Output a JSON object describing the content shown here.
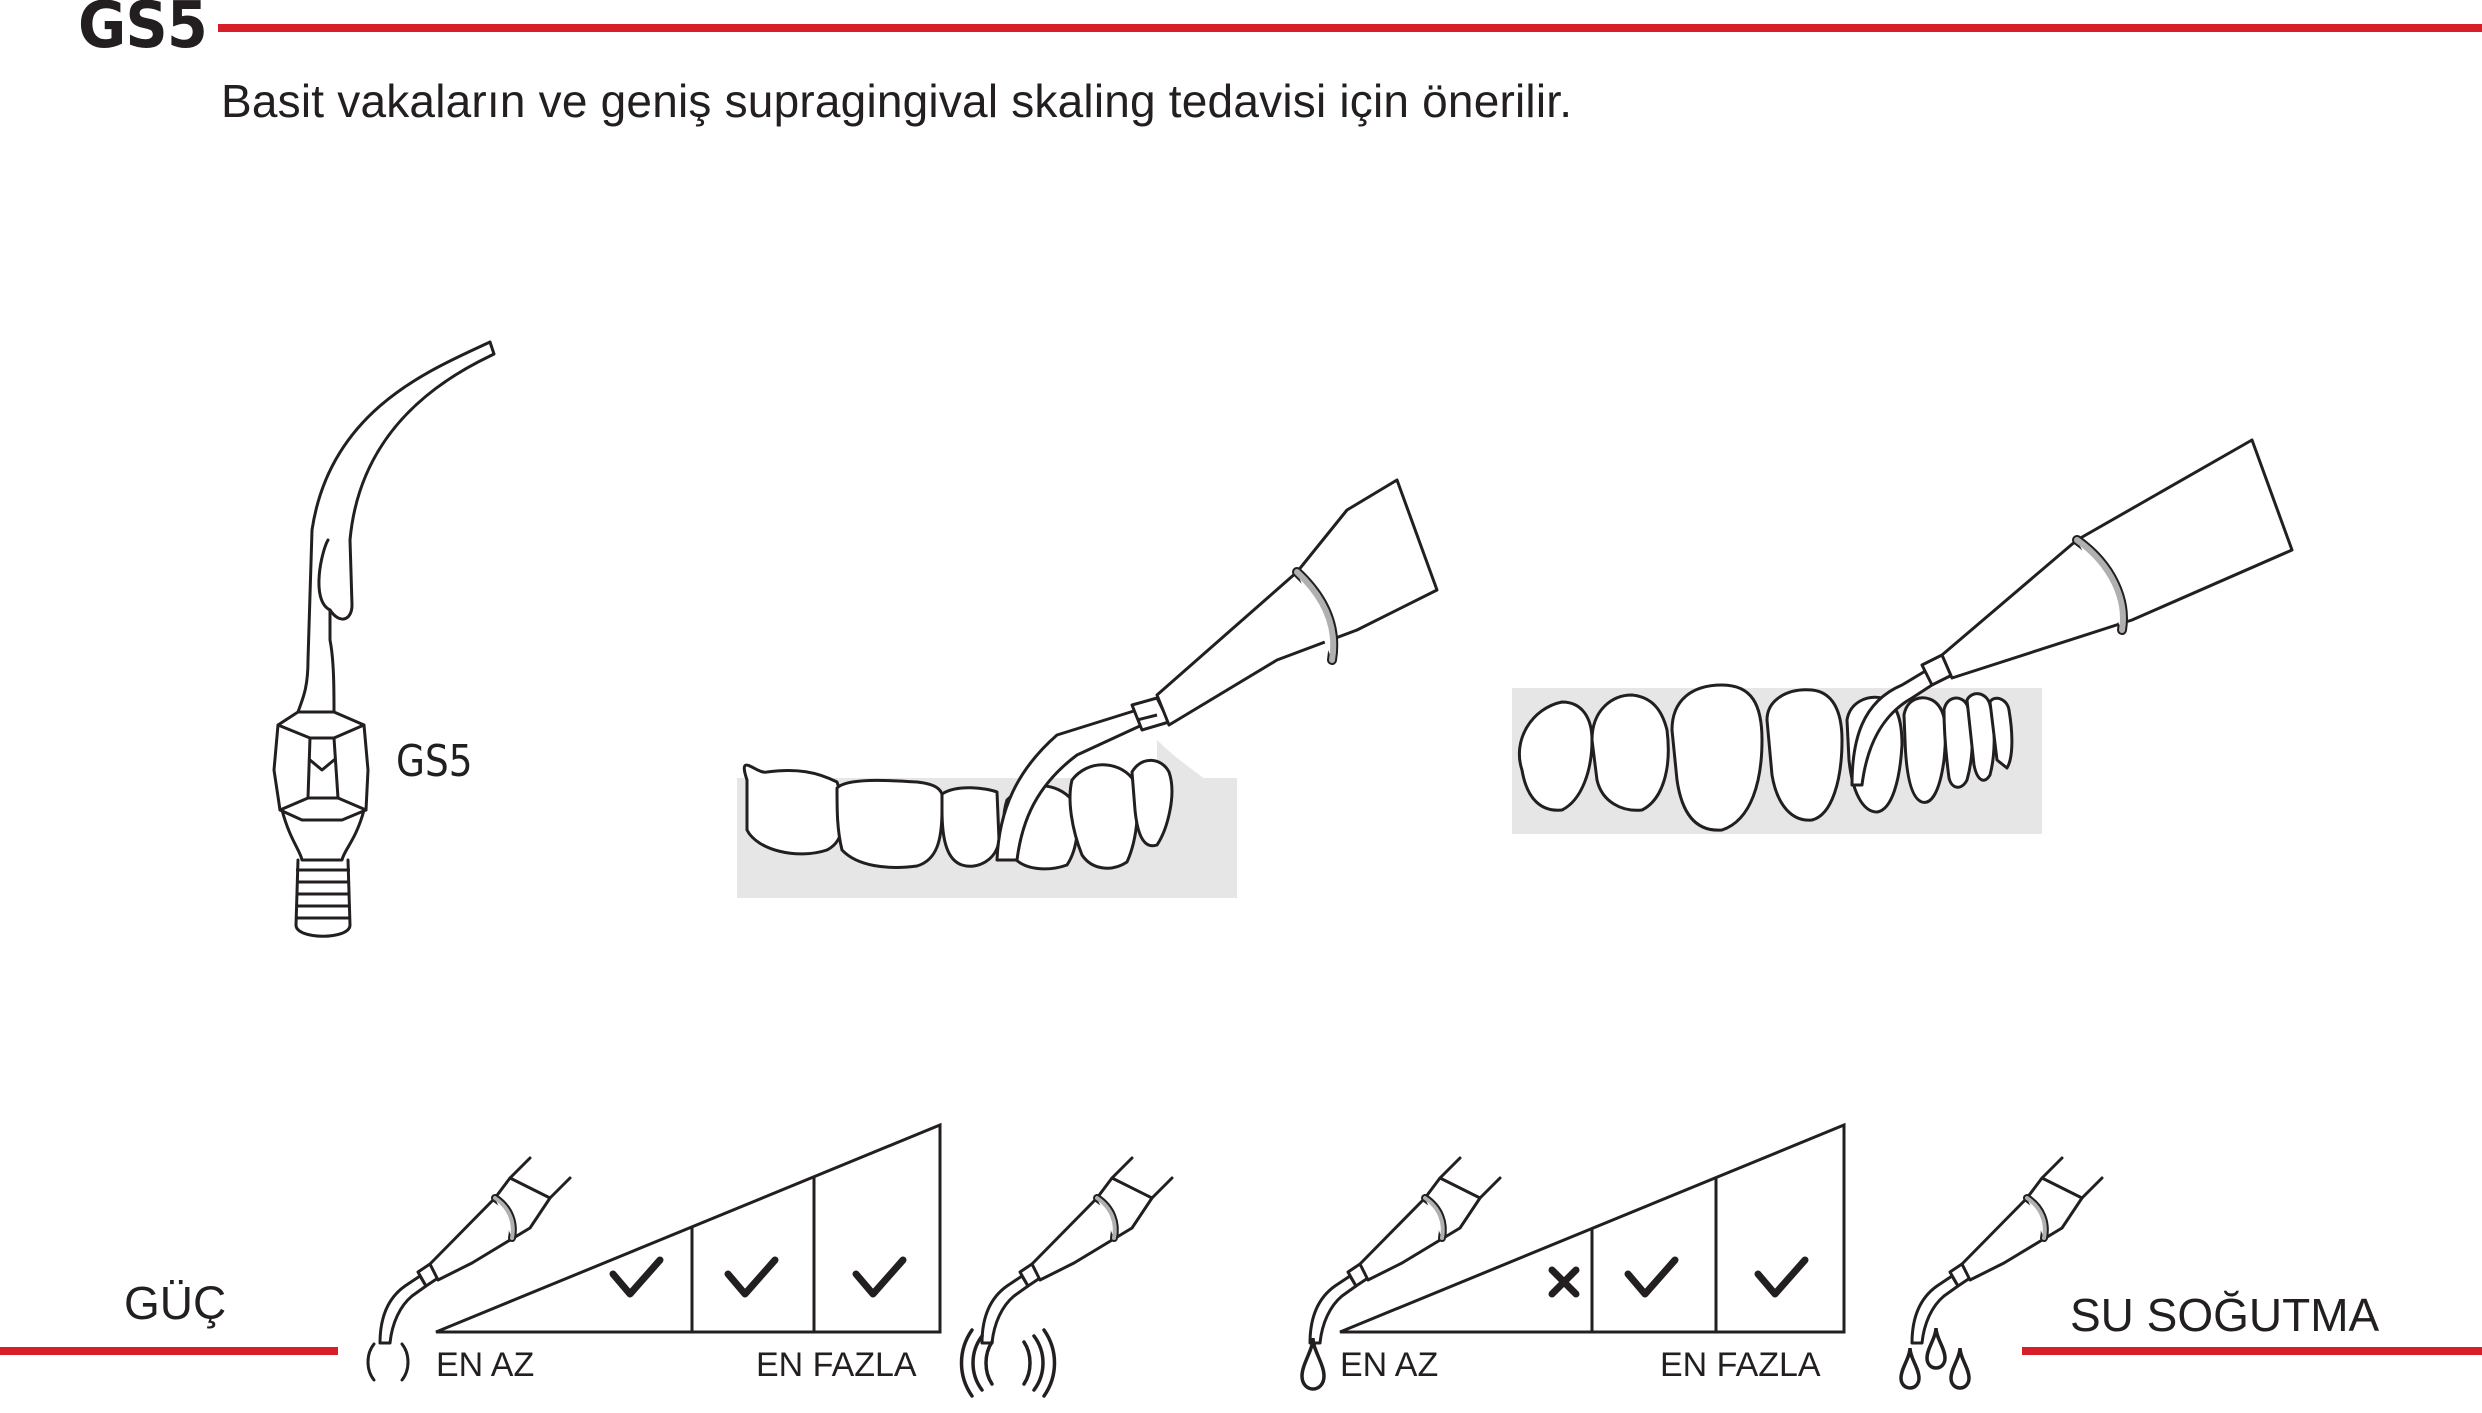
{
  "header": {
    "code": "GS5",
    "subtitle": "Basit vakaların ve geniş supragingival skaling tedavisi için önerilir."
  },
  "tip": {
    "label": "GS5"
  },
  "power_scale": {
    "label": "GÜÇ",
    "min_label": "EN AZ",
    "max_label": "EN FAZLA",
    "levels": [
      "check",
      "check",
      "check"
    ]
  },
  "water_scale": {
    "label": "SU SOĞUTMA",
    "min_label": "EN AZ",
    "max_label": "EN FAZLA",
    "levels": [
      "cross",
      "check",
      "check"
    ]
  },
  "colors": {
    "accent": "#d71f2a",
    "line": "#231f20",
    "gum": "#e6e6e6"
  },
  "icons": {
    "low_power": "low-vibration-icon",
    "high_power": "high-vibration-icon",
    "low_water": "single-drop-icon",
    "high_water": "triple-drop-icon"
  }
}
